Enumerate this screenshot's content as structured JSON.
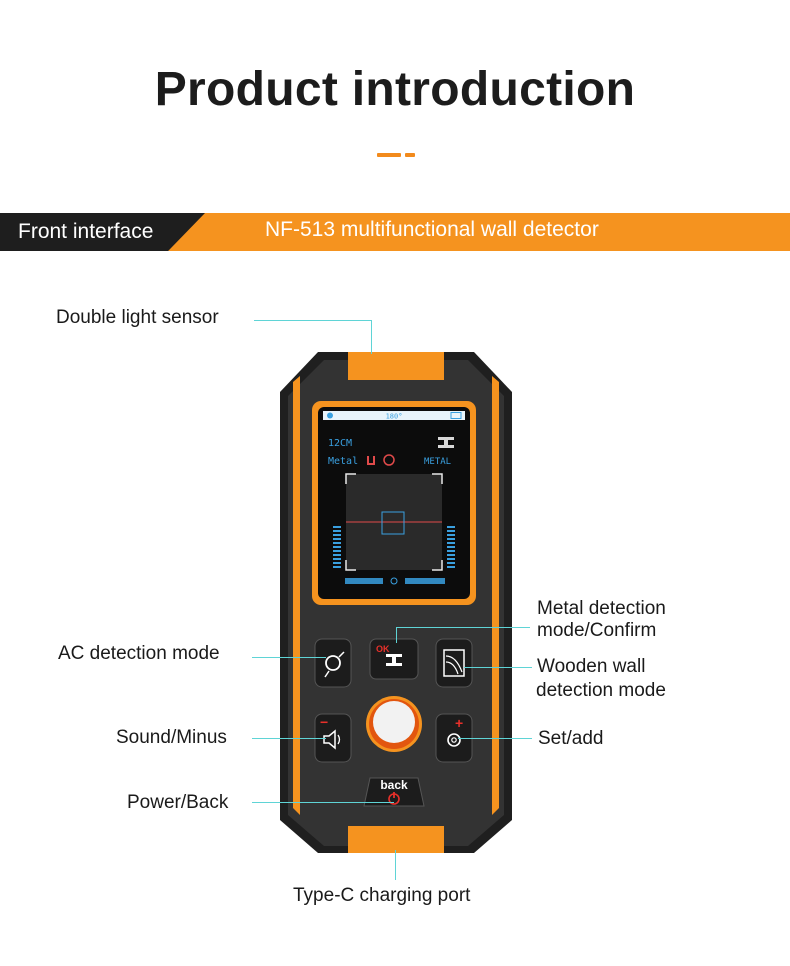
{
  "header": {
    "title": "Product introduction"
  },
  "banner": {
    "left_label": "Front interface",
    "right_label": "NF-513 multifunctional wall detector"
  },
  "callouts": {
    "double_light_sensor": "Double light sensor",
    "metal_detection_1": "Metal detection",
    "metal_detection_2": "mode/Confirm",
    "ac_detection": "AC detection mode",
    "wooden_wall_1": "Wooden wall",
    "wooden_wall_2": "detection mode",
    "sound_minus": "Sound/Minus",
    "set_add": "Set/add",
    "power_back": "Power/Back",
    "type_c": "Type-C charging port"
  },
  "screen": {
    "top_value": "180°",
    "depth": "12CM",
    "mode_text": "Metal",
    "material": "METAL"
  },
  "buttons": {
    "ok_label": "OK",
    "back_label": "back",
    "minus_sign": "−",
    "plus_sign": "+"
  },
  "colors": {
    "accent": "#f5931f",
    "device_body": "#2b2b2b",
    "callout_line": "#5fd4d6",
    "screen_text": "#3aa0e0"
  }
}
